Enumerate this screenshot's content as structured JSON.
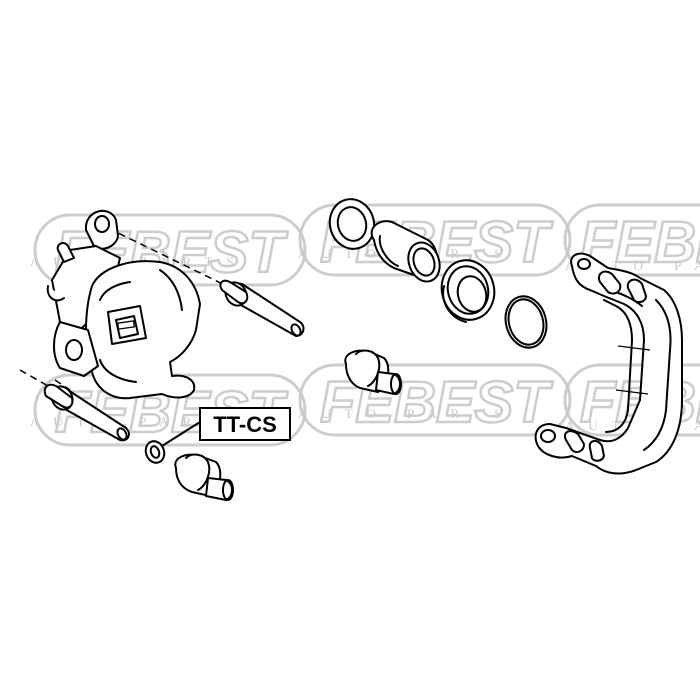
{
  "watermark": {
    "brand": "FEBEST",
    "tagline": "AUTO PARTS",
    "color": "#c8c8c8"
  },
  "callout": {
    "label": "TT-CS"
  },
  "parts": [
    {
      "name": "caliper-body"
    },
    {
      "name": "guide-pin-upper"
    },
    {
      "name": "guide-pin-lower"
    },
    {
      "name": "guide-pin-boot-lower"
    },
    {
      "name": "guide-pin-boot-middle"
    },
    {
      "name": "small-seal-ring"
    },
    {
      "name": "piston-dust-boot"
    },
    {
      "name": "caliper-piston"
    },
    {
      "name": "piston-boot-ring"
    },
    {
      "name": "piston-seal"
    },
    {
      "name": "caliper-bracket"
    }
  ]
}
